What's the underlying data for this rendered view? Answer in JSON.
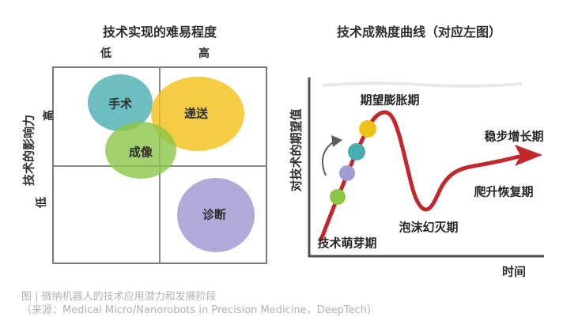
{
  "left_chart": {
    "title": "技术实现的难易程度",
    "x_top_labels": {
      "low": "低",
      "high": "高"
    },
    "y_axis_label": "技术的影响力",
    "y_side_labels": {
      "high": "高",
      "low": "低"
    },
    "bubbles": [
      {
        "label": "手术",
        "color": "#47aeb0"
      },
      {
        "label": "递送",
        "color": "#f2c116"
      },
      {
        "label": "成像",
        "color": "#8cc646"
      },
      {
        "label": "诊断",
        "color": "#a29cd4"
      }
    ]
  },
  "right_chart": {
    "title": "技术成熟度曲线（对应左图）",
    "y_axis_label": "对技术的期望值",
    "x_axis_label": "时间",
    "stage_labels": {
      "peak": "期望膨胀期",
      "plateau": "稳步增长期",
      "slope": "爬升恢复期",
      "trough": "泡沫幻灭期",
      "trigger": "技术萌芽期"
    }
  },
  "caption": {
    "line1": "图 | 微纳机器人的技术应用潜力和发展阶段",
    "line2": "（来源：Medical Micro/Nanorobots in Precision Medicine，DeepTech）"
  },
  "colors": {
    "teal": "#47aeb0",
    "yellow": "#f2c116",
    "green": "#8cc646",
    "purple": "#a29cd4",
    "curve_red": "#c1272d",
    "axis_gray": "#4f4f4f",
    "grid_gray": "#8a8a8a",
    "box_gray": "#7c7c7c",
    "arrow_gray": "#5c5c5c",
    "caption_gray": "#b3b2b1"
  },
  "chart_data": [
    {
      "type": "scatter",
      "subtype": "quadrant-bubble-matrix",
      "title": "技术实现的难易程度",
      "xlabel": "技术实现的难易程度",
      "ylabel": "技术的影响力",
      "x_categories": [
        "低",
        "高"
      ],
      "y_categories": [
        "高",
        "低"
      ],
      "grid": "2x2",
      "points": [
        {
          "label": "手术",
          "x": "低",
          "y": "高",
          "color": "#47aeb0"
        },
        {
          "label": "递送",
          "x": "低/高交界偏高",
          "y": "高",
          "color": "#f2c116"
        },
        {
          "label": "成像",
          "x": "低",
          "y": "高/低交界",
          "color": "#8cc646"
        },
        {
          "label": "诊断",
          "x": "高",
          "y": "低",
          "color": "#a29cd4"
        }
      ]
    },
    {
      "type": "line",
      "subtype": "hype-cycle",
      "title": "技术成熟度曲线（对应左图）",
      "xlabel": "时间",
      "ylabel": "对技术的期望值",
      "line_color": "#c1272d",
      "stages_in_order": [
        "技术萌芽期",
        "期望膨胀期",
        "泡沫幻灭期",
        "爬升恢复期",
        "稳步增长期"
      ],
      "markers_on_rising_slope_bottom_to_top": [
        {
          "color": "#8cc646"
        },
        {
          "color": "#a29cd4"
        },
        {
          "color": "#47aeb0"
        },
        {
          "color": "#f2c116"
        }
      ],
      "legend": "off",
      "axis_ticks": "none"
    }
  ]
}
